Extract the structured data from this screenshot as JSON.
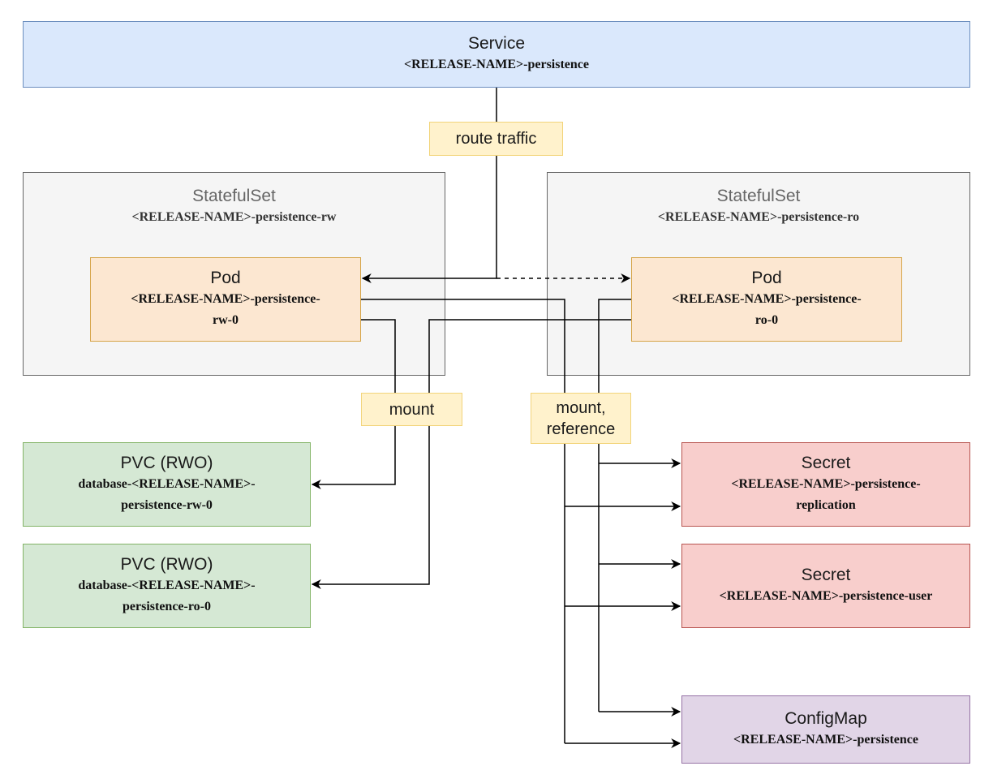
{
  "service": {
    "title": "Service",
    "name": "<RELEASE-NAME>-persistence"
  },
  "statefulset_rw": {
    "title": "StatefulSet",
    "name": "<RELEASE-NAME>-persistence-rw"
  },
  "statefulset_ro": {
    "title": "StatefulSet",
    "name": "<RELEASE-NAME>-persistence-ro"
  },
  "pod_rw": {
    "title": "Pod",
    "name_line1": "<RELEASE-NAME>-persistence-",
    "name_line2": "rw-0"
  },
  "pod_ro": {
    "title": "Pod",
    "name_line1": "<RELEASE-NAME>-persistence-",
    "name_line2": "ro-0"
  },
  "pvc_rw": {
    "title": "PVC (RWO)",
    "name_line1": "database-<RELEASE-NAME>-",
    "name_line2": "persistence-rw-0"
  },
  "pvc_ro": {
    "title": "PVC (RWO)",
    "name_line1": "database-<RELEASE-NAME>-",
    "name_line2": "persistence-ro-0"
  },
  "secret_replication": {
    "title": "Secret",
    "name_line1": "<RELEASE-NAME>-persistence-",
    "name_line2": "replication"
  },
  "secret_user": {
    "title": "Secret",
    "name": "<RELEASE-NAME>-persistence-user"
  },
  "configmap": {
    "title": "ConfigMap",
    "name": "<RELEASE-NAME>-persistence"
  },
  "labels": {
    "route_traffic": "route traffic",
    "mount": "mount",
    "mount_reference_line1": "mount,",
    "mount_reference_line2": "reference"
  },
  "colors": {
    "service_fill": "#dae8fc",
    "service_stroke": "#6c8ebf",
    "statefulset_fill": "#f5f5f5",
    "statefulset_stroke": "#666666",
    "pod_fill": "#fce7d1",
    "pod_stroke": "#d6a54a",
    "pvc_fill": "#d5e8d4",
    "pvc_stroke": "#82b366",
    "secret_fill": "#f8cecc",
    "secret_stroke": "#b85450",
    "configmap_fill": "#e1d5e7",
    "configmap_stroke": "#9673a6",
    "label_fill": "#fff2cc"
  }
}
